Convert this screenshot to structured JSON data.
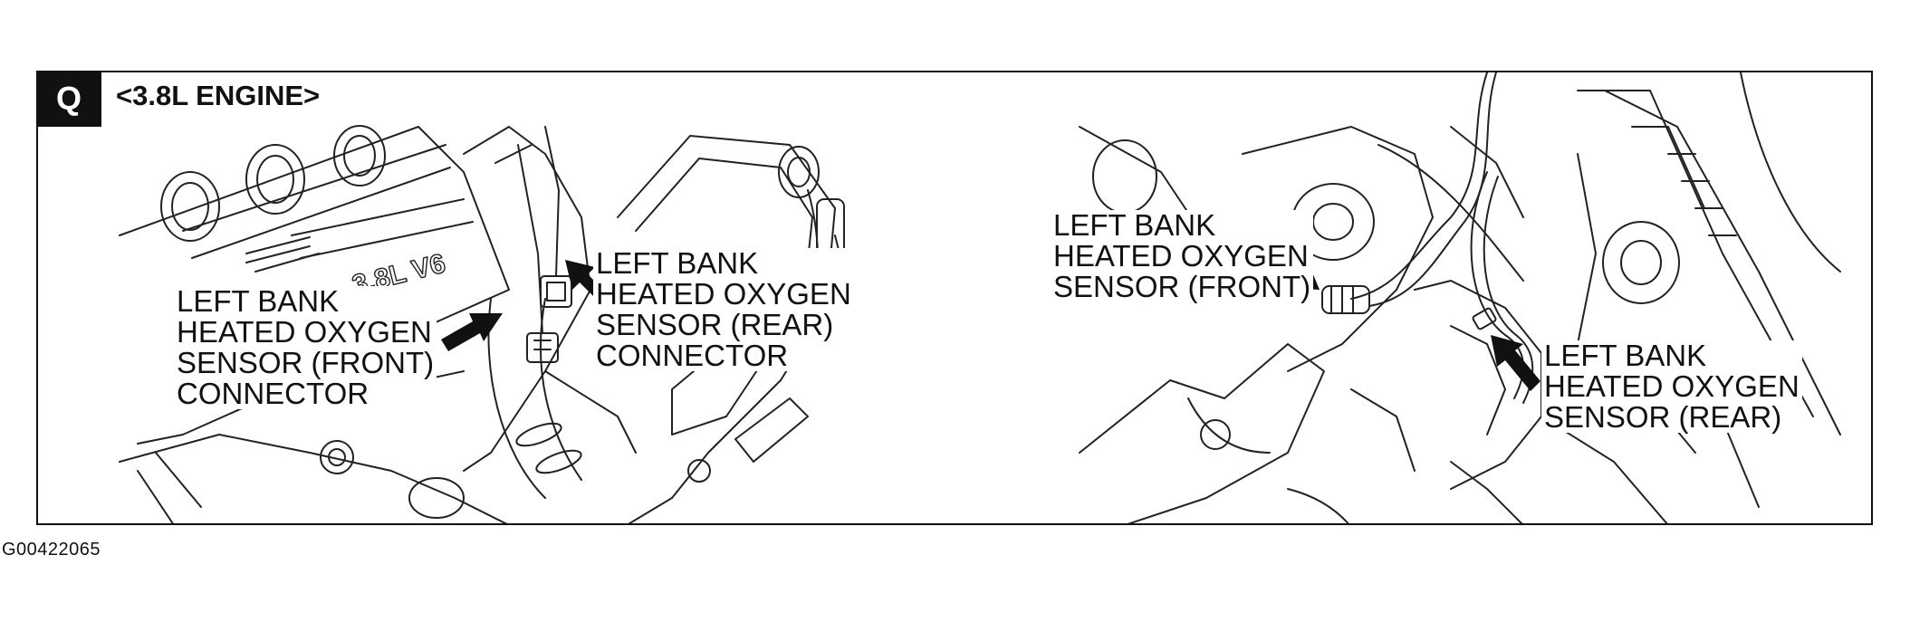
{
  "figure": {
    "badge": "Q",
    "engine_heading": "<3.8L ENGINE>",
    "figure_id": "G00422065"
  },
  "left_view": {
    "front_connector_label": [
      "LEFT BANK",
      "HEATED OXYGEN",
      "SENSOR (FRONT)",
      "CONNECTOR"
    ],
    "rear_connector_label": [
      "LEFT BANK",
      "HEATED OXYGEN",
      "SENSOR (REAR)",
      "CONNECTOR"
    ],
    "cover_text": "3.8L V6"
  },
  "right_view": {
    "front_sensor_label": [
      "LEFT BANK",
      "HEATED OXYGEN",
      "SENSOR (FRONT)"
    ],
    "rear_sensor_label": [
      "LEFT BANK",
      "HEATED OXYGEN",
      "SENSOR (REAR)"
    ]
  }
}
